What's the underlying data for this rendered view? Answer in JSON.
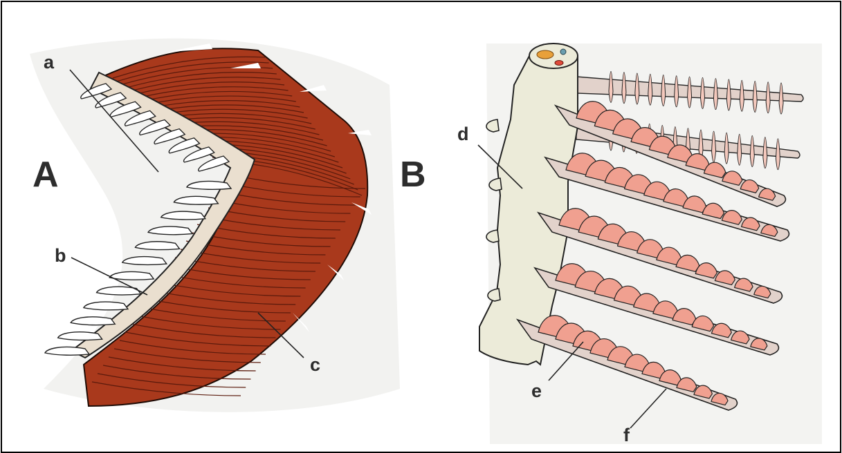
{
  "figure": {
    "panel_labels": {
      "A": "A",
      "B": "B"
    },
    "part_labels": {
      "a": "a",
      "b": "b",
      "c": "c",
      "d": "d",
      "e": "e",
      "f": "f"
    }
  },
  "colors": {
    "muscle": "#a9391c",
    "muscle_fiber": "#5a1a0c",
    "bar": "#eadfcf",
    "rakers": "#ffffff",
    "rod": "#ecebd9",
    "filament_base": "#e2d2cb",
    "lamella": "#f0a090",
    "outline": "#222222",
    "background_halo": "#f1f1ef"
  }
}
